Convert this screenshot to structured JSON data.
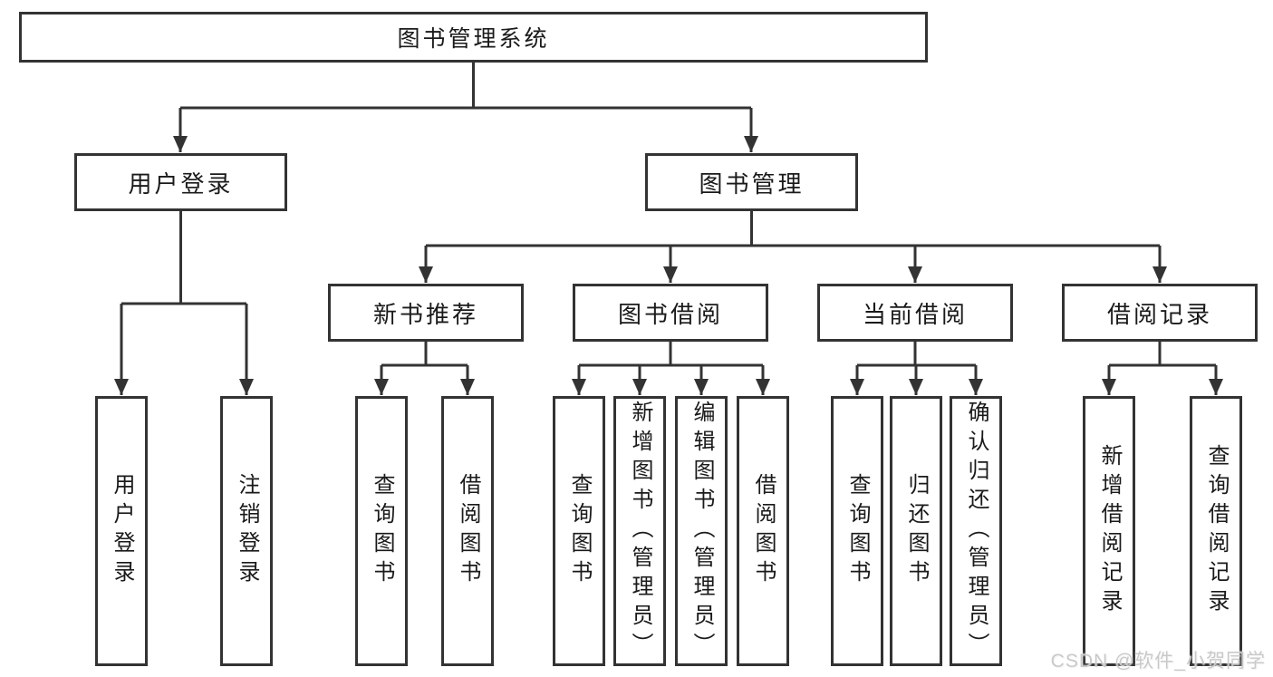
{
  "diagram": {
    "root": {
      "label": "图书管理系统"
    },
    "level2": [
      {
        "label": "用户登录"
      },
      {
        "label": "图书管理"
      }
    ],
    "level3": [
      {
        "label": "新书推荐"
      },
      {
        "label": "图书借阅"
      },
      {
        "label": "当前借阅"
      },
      {
        "label": "借阅记录"
      }
    ],
    "leaves": {
      "userLogin": [
        {
          "label": "用户登录"
        },
        {
          "label": "注销登录"
        }
      ],
      "newBooks": [
        {
          "label": "查询图书"
        },
        {
          "label": "借阅图书"
        }
      ],
      "bookBorrow": [
        {
          "label": "查询图书"
        },
        {
          "label": "新增图书（管理员）"
        },
        {
          "label": "编辑图书（管理员）"
        },
        {
          "label": "借阅图书"
        }
      ],
      "currentBorrow": [
        {
          "label": "查询图书"
        },
        {
          "label": "归还图书"
        },
        {
          "label": "确认归还（管理员）"
        }
      ],
      "borrowRecords": [
        {
          "label": "新增借阅记录"
        },
        {
          "label": "查询借阅记录"
        }
      ]
    }
  },
  "colors": {
    "line": "#333333",
    "text": "#1a1a1a",
    "watermark": "#c9c9c9",
    "background": "#ffffff"
  },
  "watermark": {
    "text": "CSDN @软件_小贺同学"
  }
}
